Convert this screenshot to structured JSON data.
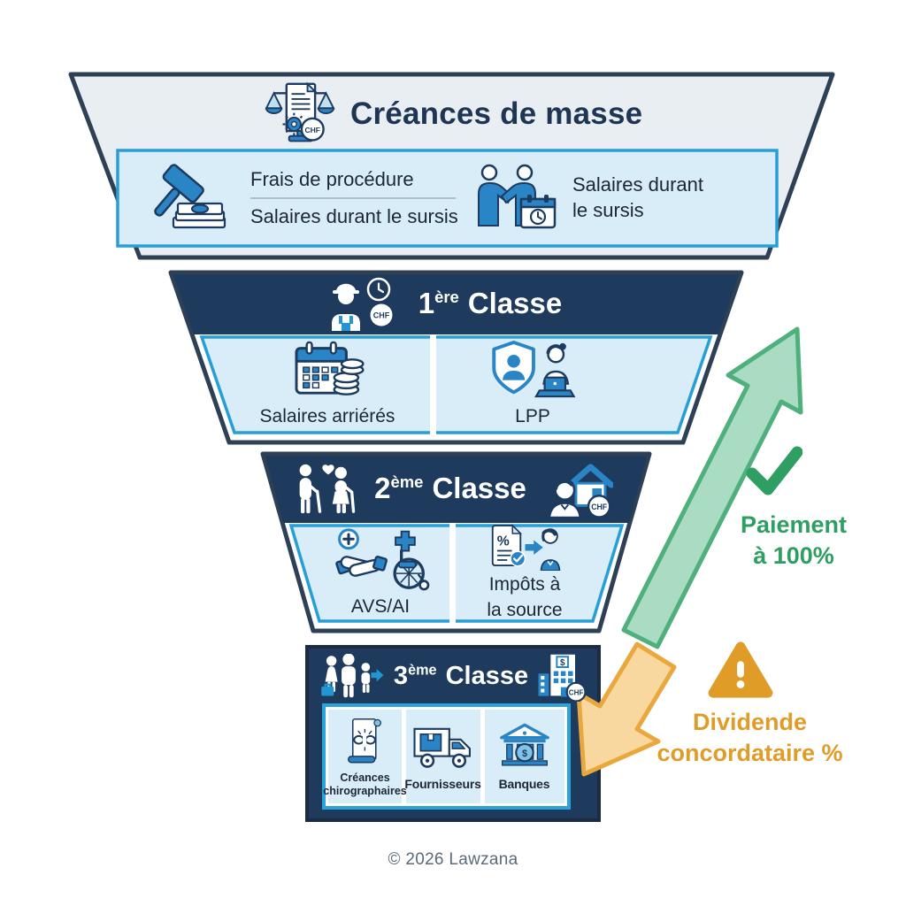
{
  "labels": {
    "chf": "CHF",
    "dollar": "$",
    "percent": "%"
  },
  "funnel": {
    "masse": {
      "title": "Créances de masse",
      "title_icon": "document-scales-chf-icon",
      "item_fees": {
        "icon": "gavel-money-icon",
        "line1": "Frais de procédure",
        "line2": "Salaires durant le sursis"
      },
      "item_salaries": {
        "icon": "handshake-calendar-icon",
        "line1": "Salaires durant",
        "line2": "le sursis"
      }
    },
    "class1": {
      "number": "1",
      "ordinal": "ère",
      "word": "Classe",
      "header_icon": "worker-clock-chf-icon",
      "cell_salaires": {
        "icon": "calendar-coins-icon",
        "label": "Salaires arriérés"
      },
      "cell_lpp": {
        "icon": "shield-person-laptop-icon",
        "label": "LPP"
      }
    },
    "class2": {
      "number": "2",
      "ordinal": "ème",
      "word": "Classe",
      "header_icon_left": "elderly-couple-icon",
      "header_icon_right": "caregiver-house-chf-icon",
      "cell_avs": {
        "icon": "handshake-wheelchair-icon",
        "label": "AVS/AI"
      },
      "cell_impots": {
        "icon": "tax-document-person-icon",
        "line1": "Impôts à",
        "line2": "la source"
      }
    },
    "class3": {
      "number": "3",
      "ordinal": "ème",
      "word": "Classe",
      "header_icon_left": "family-icon",
      "header_icon_right": "office-building-chf-icon",
      "cell_chirographaires": {
        "icon": "broken-chain-scroll-icon",
        "line1": "Créances",
        "line2": "chirographaires"
      },
      "cell_fournisseurs": {
        "icon": "delivery-truck-icon",
        "label": "Fournisseurs"
      },
      "cell_banques": {
        "icon": "bank-icon",
        "label": "Banques"
      }
    }
  },
  "annotations": {
    "paiement": {
      "icon": "checkmark-icon",
      "arrow": "up-arrow",
      "line1": "Paiement",
      "line2": "à 100%",
      "color": "#2f9e63"
    },
    "dividende": {
      "icon": "warning-icon",
      "arrow": "down-arrow",
      "line1": "Dividende",
      "line2": "concordataire %",
      "color": "#df9c28"
    }
  },
  "footer": {
    "copyright": "© 2026 Lawzana"
  },
  "colors": {
    "navy_header": "#1e3a5c",
    "outer_border": "#2e4056",
    "tier1_fill": "#e9eef3",
    "cell_fill": "#d9edf9",
    "cyan_border": "#279fd6",
    "icon_blue": "#2a85c7",
    "green_text": "#2f9e63",
    "green_arrow_fill": "#a9dcc2",
    "green_arrow_stroke": "#50b07d",
    "orange_text": "#df9c28",
    "orange_arrow_fill": "#f8d89e",
    "orange_arrow_stroke": "#e9a83e"
  }
}
